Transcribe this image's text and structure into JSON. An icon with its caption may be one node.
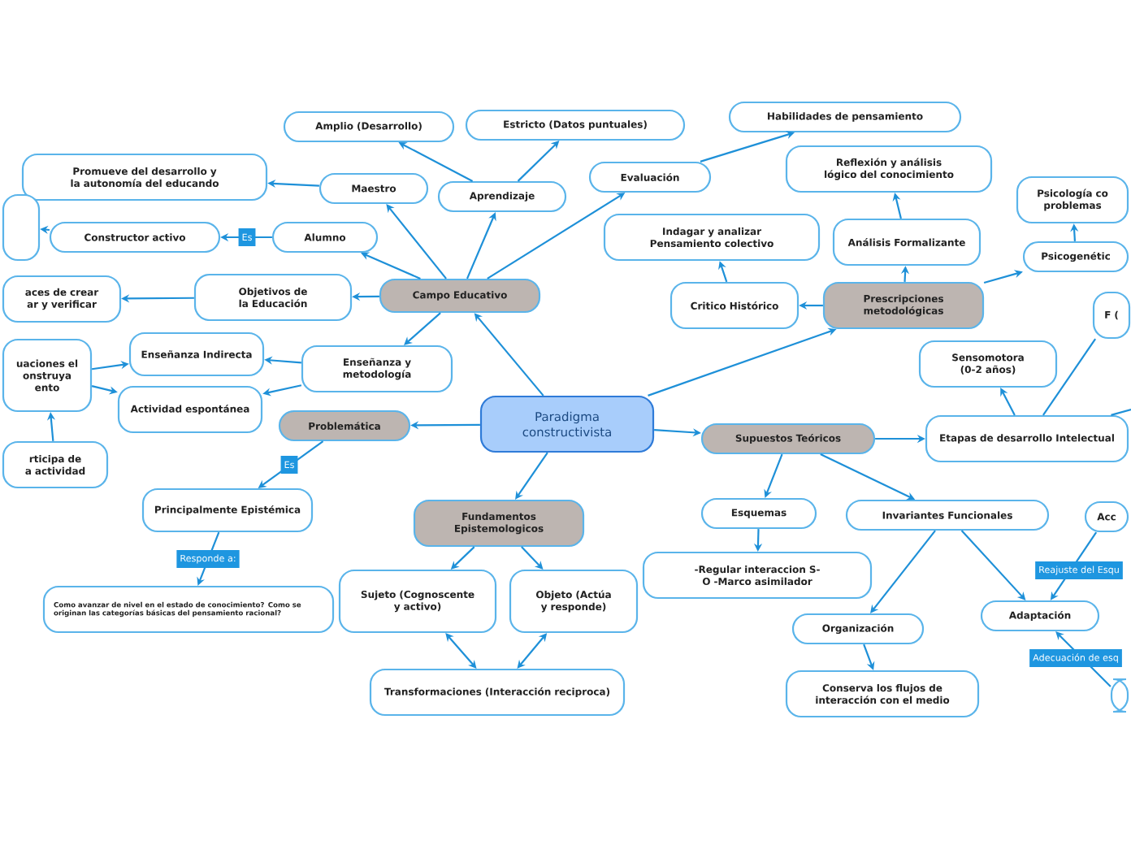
{
  "diagram": {
    "nodes": [
      {
        "text": [
          "Paradigma constructivista"
        ]
      },
      {
        "text": [
          "Campo Educativo"
        ]
      },
      {
        "text": [
          "Amplio (Desarrollo)"
        ]
      },
      {
        "text": [
          "Estricto (Datos puntuales)"
        ]
      },
      {
        "text": [
          "Aprendizaje"
        ]
      },
      {
        "text": [
          "Maestro"
        ]
      },
      {
        "text": [
          "Promueve del desarrollo y la autonomía del educando"
        ]
      },
      {
        "text": [
          "Alumno"
        ]
      },
      {
        "text": [
          "Constructor activo"
        ]
      },
      {
        "text": [],
        "shape": "box"
      },
      {
        "text": [
          "aces de crear ar y verificar"
        ]
      },
      {
        "text": [
          "Objetivos de la Educación"
        ]
      },
      {
        "text": [
          "Enseñanza y metodología"
        ]
      },
      {
        "text": [
          "Enseñanza Indirecta"
        ]
      },
      {
        "text": [
          "Actividad espontánea"
        ]
      },
      {
        "text": [
          "uaciones el onstruya ento"
        ]
      },
      {
        "text": [
          "rticipa de a actividad"
        ]
      },
      {
        "text": [
          "Problemática"
        ]
      },
      {
        "text": [
          "Principalmente Epistémica"
        ]
      },
      {
        "text": [
          "Como avanzar de nivel en el estado de conocimiento? Como se originan las categorías básicas del pensamiento racional?"
        ]
      },
      {
        "text": [
          "Fundamentos Epistemologicos"
        ]
      },
      {
        "text": [
          "Sujeto (Cognoscente y activo)"
        ]
      },
      {
        "text": [
          "Objeto (Actúa y responde)"
        ]
      },
      {
        "text": [
          "Transformaciones (Interacción reciproca)"
        ]
      },
      {
        "text": [
          "Evaluación"
        ]
      },
      {
        "text": [
          "Habilidades de pensamiento"
        ]
      },
      {
        "text": [
          "Indagar y analizar Pensamiento colectivo"
        ]
      },
      {
        "text": [
          "Critico Histórico"
        ]
      },
      {
        "text": [
          "Prescripciones metodológicas"
        ]
      },
      {
        "text": [
          "Análisis Formalizante"
        ]
      },
      {
        "text": [
          "Reflexión y análisis lógico del conocimiento"
        ]
      },
      {
        "text": [
          "Psicogenétic"
        ]
      },
      {
        "text": [
          "Psicología co problemas"
        ]
      },
      {
        "text": [
          "F ("
        ]
      },
      {
        "text": [
          "Supuestos Teóricos"
        ]
      },
      {
        "text": [
          "Etapas de desarrollo Intelectual"
        ]
      },
      {
        "text": [
          "Sensomotora (0-2 años)"
        ]
      },
      {
        "text": [
          "Esquemas"
        ]
      },
      {
        "text": [
          "-Regular interaccion S-O -Marco asimilador"
        ]
      },
      {
        "text": [
          "Invariantes Funcionales"
        ]
      },
      {
        "text": [
          "Organización"
        ]
      },
      {
        "text": [
          "Conserva los flujos de interacción con el medio"
        ]
      },
      {
        "text": [
          "Adaptación"
        ]
      },
      {
        "text": [
          "Acc"
        ]
      },
      {
        "text": [],
        "shape": "box"
      }
    ],
    "edges": [
      {
        "from": 0,
        "to": 1,
        "arrow": "to"
      },
      {
        "from": 0,
        "to": 17,
        "arrow": "to"
      },
      {
        "from": 0,
        "to": 20,
        "arrow": "to"
      },
      {
        "from": 0,
        "to": 28,
        "arrow": "to"
      },
      {
        "from": 0,
        "to": 34,
        "arrow": "to"
      },
      {
        "from": 1,
        "to": 5,
        "arrow": "to"
      },
      {
        "from": 1,
        "to": 4,
        "arrow": "to"
      },
      {
        "from": 1,
        "to": 24,
        "arrow": "to"
      },
      {
        "from": 1,
        "to": 7,
        "arrow": "to"
      },
      {
        "from": 1,
        "to": 11,
        "arrow": "to"
      },
      {
        "from": 1,
        "to": 12,
        "arrow": "to"
      },
      {
        "from": 4,
        "to": 2,
        "arrow": "to"
      },
      {
        "from": 4,
        "to": 3,
        "arrow": "to"
      },
      {
        "from": 5,
        "to": 6,
        "arrow": "to"
      },
      {
        "from": 7,
        "to": 8,
        "arrow": "to",
        "label": "Es"
      },
      {
        "from": 8,
        "to": 9,
        "arrow": "to"
      },
      {
        "from": 11,
        "to": 10,
        "arrow": "to"
      },
      {
        "from": 12,
        "to": 13,
        "arrow": "to"
      },
      {
        "from": 12,
        "to": 14,
        "arrow": "to"
      },
      {
        "from": 15,
        "to": 13,
        "arrow": "to"
      },
      {
        "from": 15,
        "to": 14,
        "arrow": "to"
      },
      {
        "from": 16,
        "to": 15,
        "arrow": "to"
      },
      {
        "from": 17,
        "to": 18,
        "arrow": "to",
        "label": "Es"
      },
      {
        "from": 18,
        "to": 19,
        "arrow": "to",
        "label": "Responde a:"
      },
      {
        "from": 20,
        "to": 21,
        "arrow": "to"
      },
      {
        "from": 20,
        "to": 22,
        "arrow": "to"
      },
      {
        "from": 21,
        "to": 23,
        "arrow": "both"
      },
      {
        "from": 22,
        "to": 23,
        "arrow": "both"
      },
      {
        "from": 24,
        "to": 25,
        "arrow": "to"
      },
      {
        "from": 27,
        "to": 26,
        "arrow": "to"
      },
      {
        "from": 28,
        "to": 27,
        "arrow": "to"
      },
      {
        "from": 28,
        "to": 29,
        "arrow": "to"
      },
      {
        "from": 28,
        "to": 31,
        "arrow": "to"
      },
      {
        "from": 29,
        "to": 30,
        "arrow": "to"
      },
      {
        "from": 31,
        "to": 32,
        "arrow": "to"
      },
      {
        "from": 34,
        "to": 35,
        "arrow": "to"
      },
      {
        "from": 34,
        "to": 37,
        "arrow": "to"
      },
      {
        "from": 34,
        "to": 39,
        "arrow": "to"
      },
      {
        "from": 35,
        "to": 36,
        "arrow": "to"
      },
      {
        "from": 35,
        "to": 33,
        "arrow": "none"
      },
      {
        "from": 35,
        "to": null,
        "arrow": "none"
      },
      {
        "from": 37,
        "to": 38,
        "arrow": "to"
      },
      {
        "from": 39,
        "to": 40,
        "arrow": "to"
      },
      {
        "from": 39,
        "to": 42,
        "arrow": "to"
      },
      {
        "from": 40,
        "to": 41,
        "arrow": "to"
      },
      {
        "from": 43,
        "to": 42,
        "arrow": "to",
        "label": "Reajuste del Esqu"
      },
      {
        "from": 44,
        "to": 42,
        "arrow": "to",
        "label": "Adecuación de esq"
      }
    ]
  }
}
